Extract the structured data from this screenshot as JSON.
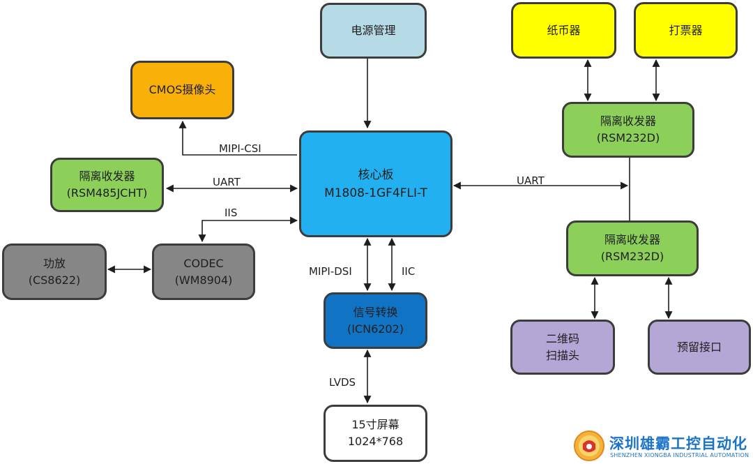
{
  "nodes": {
    "power": {
      "line1": "电源管理",
      "color": "#b7dbe6"
    },
    "cmos": {
      "line1": "CMOS摄像头",
      "color": "#f9b10a"
    },
    "rs485": {
      "line1": "隔离收发器",
      "line2": "(RSM485JCHT)",
      "color": "#8cd05a"
    },
    "core": {
      "line1": "核心板",
      "line2": "M1808-1GF4FLI-T",
      "color": "#23b0f0"
    },
    "amp": {
      "line1": "功放",
      "line2": "(CS8622)",
      "color": "#868686"
    },
    "codec": {
      "line1": "CODEC",
      "line2": "(WM8904)",
      "color": "#868686"
    },
    "conv": {
      "line1": "信号转换",
      "line2": "(ICN6202)",
      "color": "#1173c4"
    },
    "screen": {
      "line1": "15寸屏幕",
      "line2": "1024*768",
      "color": "#ffffff"
    },
    "bill": {
      "line1": "纸币器",
      "color": "#ffff00"
    },
    "printer": {
      "line1": "打票器",
      "color": "#ffff00"
    },
    "rs232_top": {
      "line1": "隔离收发器",
      "line2": "(RSM232D)",
      "color": "#8cd05a"
    },
    "rs232_bot": {
      "line1": "隔离收发器",
      "line2": "(RSM232D)",
      "color": "#8cd05a"
    },
    "qr": {
      "line1": "二维码",
      "line2": "扫描头",
      "color": "#b4a7d6"
    },
    "reserve": {
      "line1": "预留接口",
      "color": "#b4a7d6"
    }
  },
  "edges": {
    "mipi_csi": "MIPI-CSI",
    "uart_left": "UART",
    "iis": "IIS",
    "mipi_dsi": "MIPI-DSI",
    "iic": "IIC",
    "lvds": "LVDS",
    "uart_right": "UART"
  },
  "watermark": {
    "name_cn": "深圳雄霸工控自动化",
    "name_en": "SHENZHEN XIONGBA INDUSTRIAL AUTOMATION",
    "color": "#1b74c8"
  }
}
